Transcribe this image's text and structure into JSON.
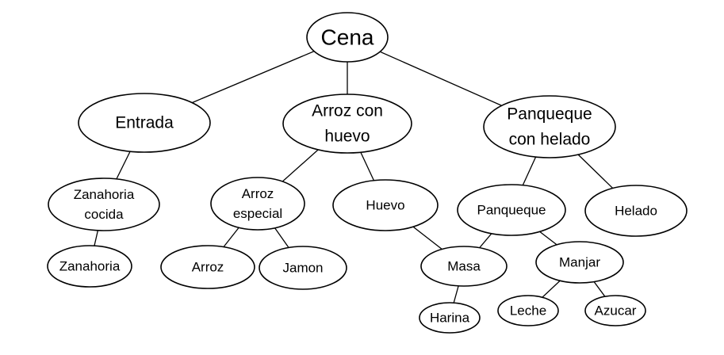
{
  "diagram": {
    "nodes": [
      {
        "id": "cena",
        "lines": [
          "Cena"
        ]
      },
      {
        "id": "entrada",
        "lines": [
          "Entrada"
        ]
      },
      {
        "id": "arroz-con-huevo",
        "lines": [
          "Arroz con",
          "huevo"
        ]
      },
      {
        "id": "panqueque-con-helado",
        "lines": [
          "Panqueque",
          "con helado"
        ]
      },
      {
        "id": "zanahoria-cocida",
        "lines": [
          "Zanahoria",
          "cocida"
        ]
      },
      {
        "id": "zanahoria",
        "lines": [
          "Zanahoria"
        ]
      },
      {
        "id": "arroz-especial",
        "lines": [
          "Arroz",
          "especial"
        ]
      },
      {
        "id": "arroz",
        "lines": [
          "Arroz"
        ]
      },
      {
        "id": "jamon",
        "lines": [
          "Jamon"
        ]
      },
      {
        "id": "huevo",
        "lines": [
          "Huevo"
        ]
      },
      {
        "id": "masa",
        "lines": [
          "Masa"
        ]
      },
      {
        "id": "harina",
        "lines": [
          "Harina"
        ]
      },
      {
        "id": "panqueque",
        "lines": [
          "Panqueque"
        ]
      },
      {
        "id": "manjar",
        "lines": [
          "Manjar"
        ]
      },
      {
        "id": "leche",
        "lines": [
          "Leche"
        ]
      },
      {
        "id": "azucar",
        "lines": [
          "Azucar"
        ]
      },
      {
        "id": "helado",
        "lines": [
          "Helado"
        ]
      }
    ],
    "edges": [
      [
        "cena",
        "entrada"
      ],
      [
        "cena",
        "arroz-con-huevo"
      ],
      [
        "cena",
        "panqueque-con-helado"
      ],
      [
        "entrada",
        "zanahoria-cocida"
      ],
      [
        "zanahoria-cocida",
        "zanahoria"
      ],
      [
        "arroz-con-huevo",
        "arroz-especial"
      ],
      [
        "arroz-con-huevo",
        "huevo"
      ],
      [
        "arroz-especial",
        "arroz"
      ],
      [
        "arroz-especial",
        "jamon"
      ],
      [
        "huevo",
        "masa"
      ],
      [
        "panqueque-con-helado",
        "panqueque"
      ],
      [
        "panqueque-con-helado",
        "helado"
      ],
      [
        "panqueque",
        "masa"
      ],
      [
        "panqueque",
        "manjar"
      ],
      [
        "masa",
        "harina"
      ],
      [
        "manjar",
        "leche"
      ],
      [
        "manjar",
        "azucar"
      ]
    ]
  }
}
